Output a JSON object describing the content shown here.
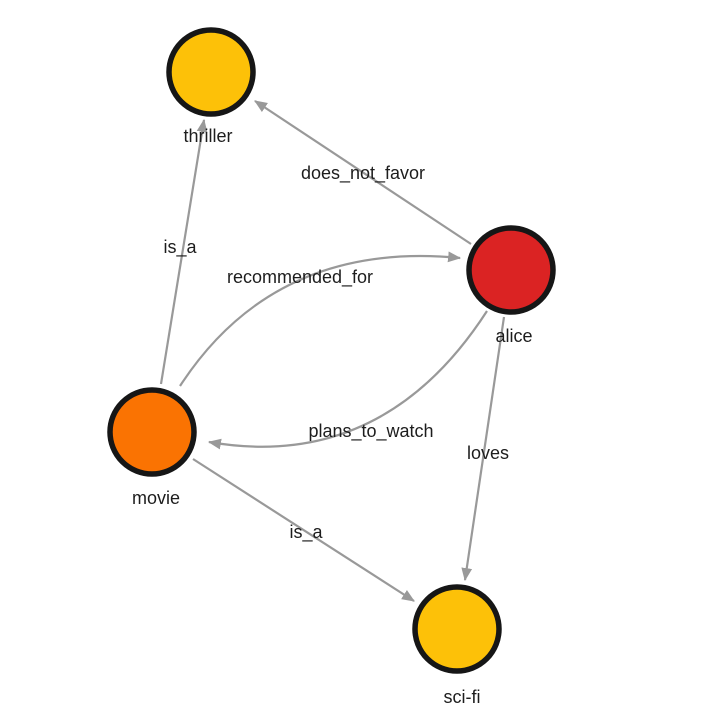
{
  "graph": {
    "background_color": "#ffffff",
    "edge_color": "#999999",
    "node_border_color": "#161616",
    "label_color": "#1d1d1d",
    "node_colors": {
      "gold": "#fdc108",
      "red": "#db2323",
      "orange": "#fa7302"
    },
    "nodes": [
      {
        "id": "thriller",
        "label": "thriller",
        "color": "#fdc108"
      },
      {
        "id": "alice",
        "label": "alice",
        "color": "#db2323"
      },
      {
        "id": "movie",
        "label": "movie",
        "color": "#fa7302"
      },
      {
        "id": "sci-fi",
        "label": "sci-fi",
        "color": "#fdc108"
      }
    ],
    "edges": [
      {
        "from": "alice",
        "to": "thriller",
        "label": "does_not_favor"
      },
      {
        "from": "movie",
        "to": "thriller",
        "label": "is_a"
      },
      {
        "from": "movie",
        "to": "alice",
        "label": "recommended_for"
      },
      {
        "from": "alice",
        "to": "movie",
        "label": "plans_to_watch"
      },
      {
        "from": "alice",
        "to": "sci-fi",
        "label": "loves"
      },
      {
        "from": "movie",
        "to": "sci-fi",
        "label": "is_a"
      }
    ]
  }
}
